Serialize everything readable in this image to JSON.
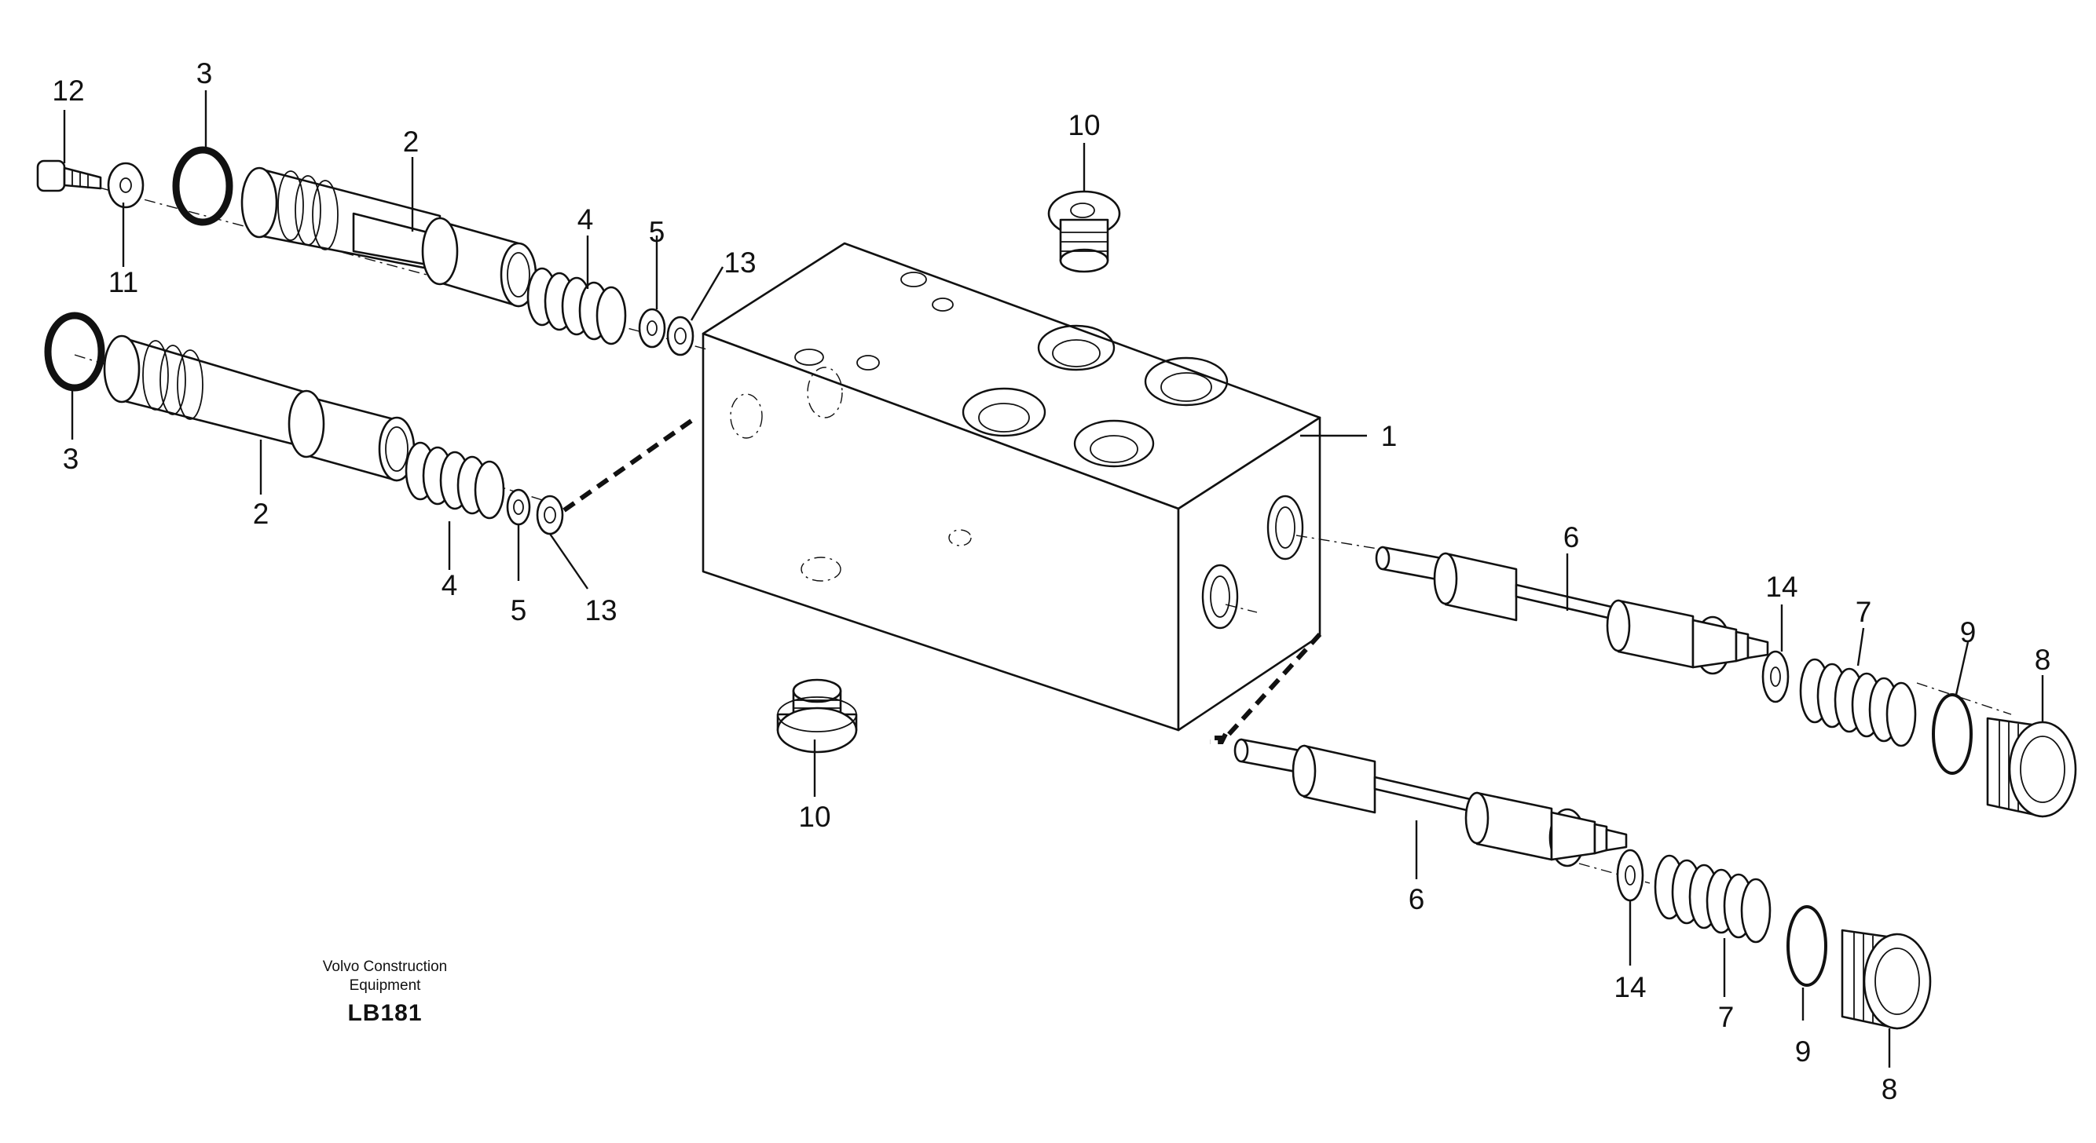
{
  "diagram": {
    "callouts": [
      {
        "id": "c12",
        "text": "12"
      },
      {
        "id": "c3a",
        "text": "3"
      },
      {
        "id": "c2a",
        "text": "2"
      },
      {
        "id": "c11",
        "text": "11"
      },
      {
        "id": "c4a",
        "text": "4"
      },
      {
        "id": "c5a",
        "text": "5"
      },
      {
        "id": "c13a",
        "text": "13"
      },
      {
        "id": "c10a",
        "text": "10"
      },
      {
        "id": "c3b",
        "text": "3"
      },
      {
        "id": "c2b",
        "text": "2"
      },
      {
        "id": "c4b",
        "text": "4"
      },
      {
        "id": "c5b",
        "text": "5"
      },
      {
        "id": "c13b",
        "text": "13"
      },
      {
        "id": "c1",
        "text": "1"
      },
      {
        "id": "c6a",
        "text": "6"
      },
      {
        "id": "c14a",
        "text": "14"
      },
      {
        "id": "c7a",
        "text": "7"
      },
      {
        "id": "c9a",
        "text": "9"
      },
      {
        "id": "c8a",
        "text": "8"
      },
      {
        "id": "c10b",
        "text": "10"
      },
      {
        "id": "c6b",
        "text": "6"
      },
      {
        "id": "c14b",
        "text": "14"
      },
      {
        "id": "c7b",
        "text": "7"
      },
      {
        "id": "c9b",
        "text": "9"
      },
      {
        "id": "c8b",
        "text": "8"
      }
    ]
  },
  "footer": {
    "line1": "Volvo Construction",
    "line2": "Equipment",
    "code": "LB181"
  }
}
